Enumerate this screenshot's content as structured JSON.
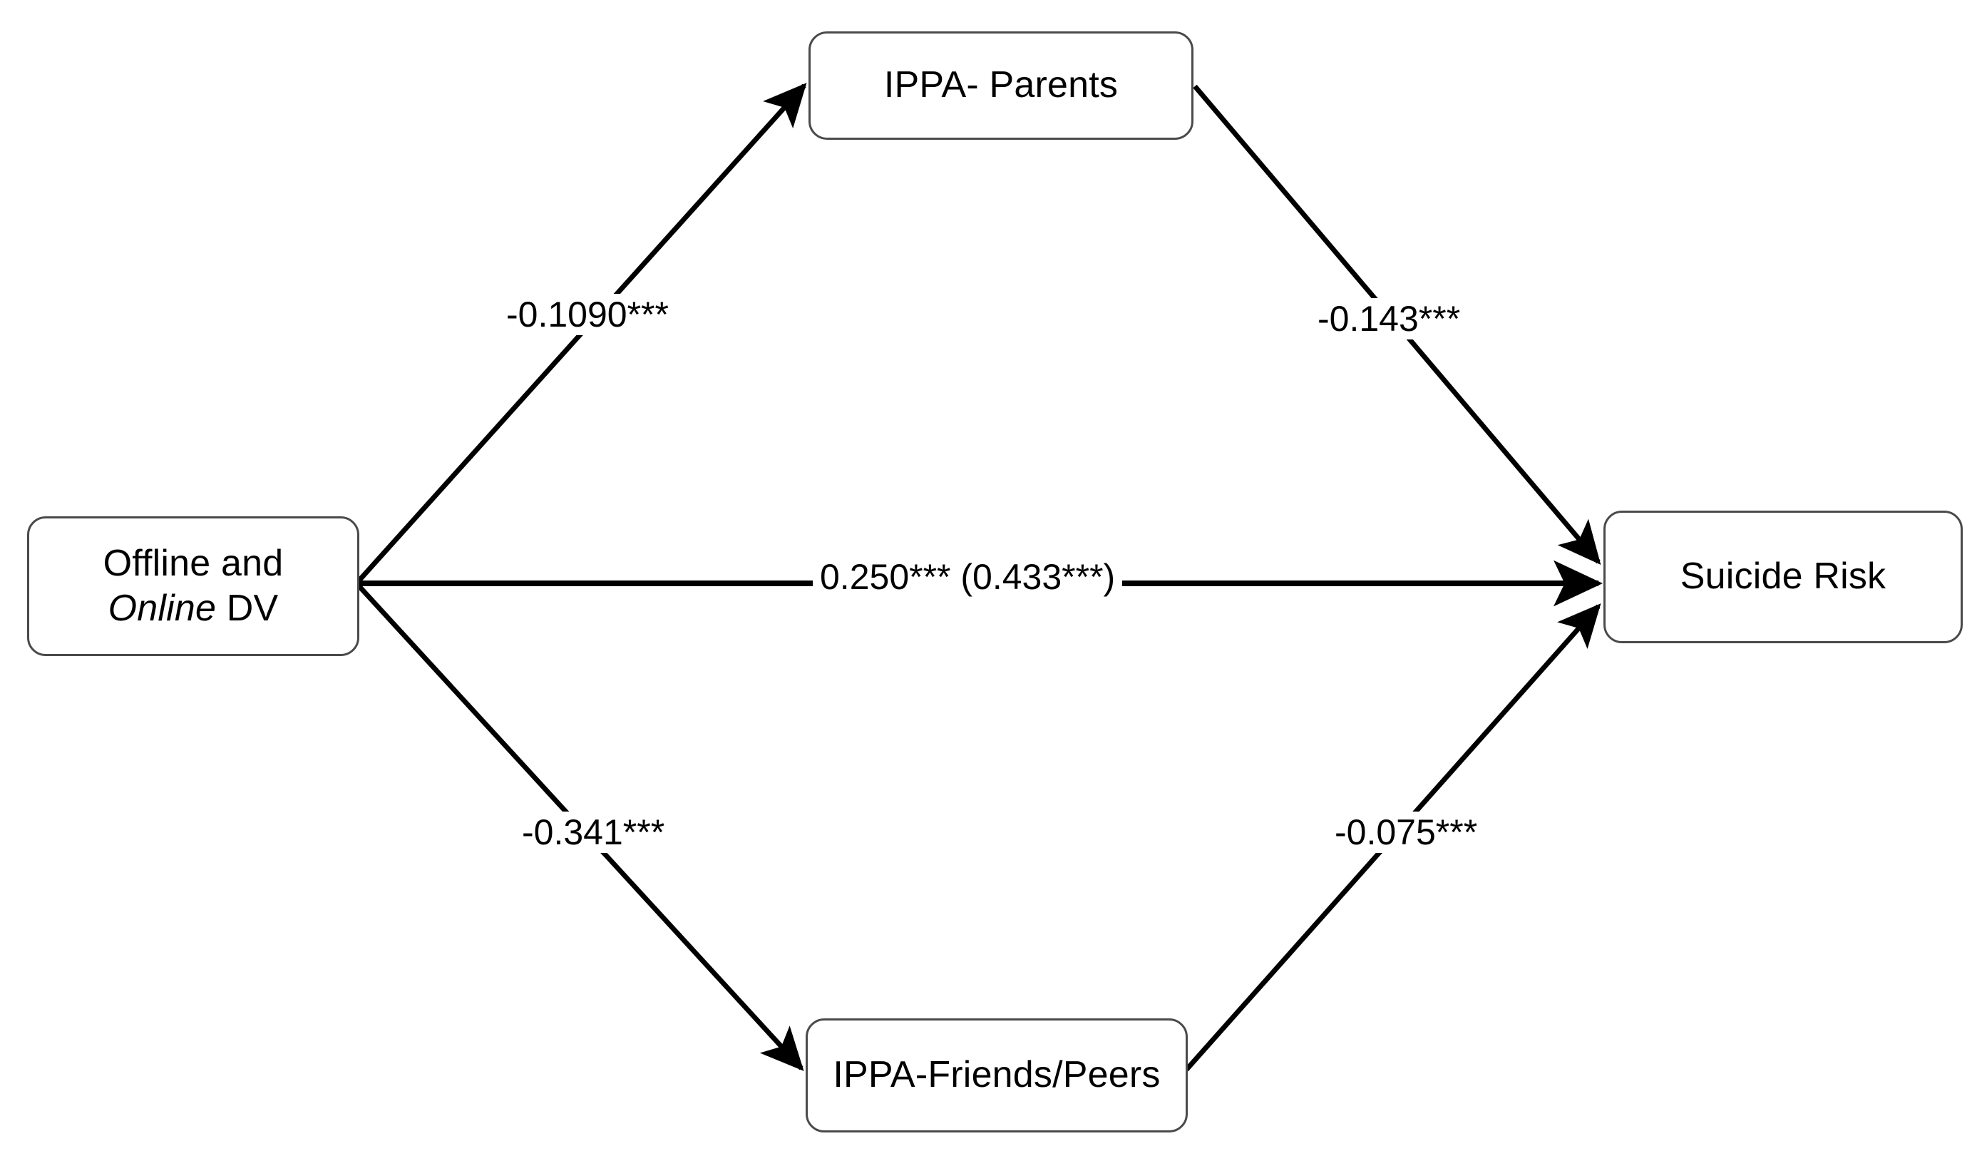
{
  "figure": {
    "type": "path-diagram",
    "background_color": "#ffffff",
    "line_color": "#000000",
    "box_border_color": "#4a4a4a"
  },
  "nodes": {
    "predictor": {
      "id": "offline-online-dv",
      "line1": "Offline and ",
      "line2_italic": "Online",
      "line3": " DV",
      "full_label": "Offline and Online DV"
    },
    "mediator_top": {
      "id": "ippa-parents",
      "label": "IPPA- Parents"
    },
    "mediator_bottom": {
      "id": "ippa-friends-peers",
      "label": "IPPA-Friends/Peers"
    },
    "outcome": {
      "id": "suicide-risk",
      "label": "Suicide Risk"
    }
  },
  "edges": {
    "dv_to_parents": {
      "label": "-0.1090***",
      "from": "Offline and Online DV",
      "to": "IPPA- Parents",
      "coefficient": -0.109,
      "significance": "***"
    },
    "parents_to_suicide": {
      "label": "-0.143***",
      "from": "IPPA- Parents",
      "to": "Suicide Risk",
      "coefficient": -0.143,
      "significance": "***"
    },
    "dv_to_suicide_direct": {
      "label": "0.250*** (0.433***)",
      "from": "Offline and Online DV",
      "to": "Suicide Risk",
      "coefficient": 0.25,
      "significance": "***",
      "total_effect": 0.433,
      "total_effect_significance": "***"
    },
    "dv_to_friends": {
      "label": "-0.341***",
      "from": "Offline and Online DV",
      "to": "IPPA-Friends/Peers",
      "coefficient": -0.341,
      "significance": "***"
    },
    "friends_to_suicide": {
      "label": "-0.075***",
      "from": "IPPA-Friends/Peers",
      "to": "Suicide Risk",
      "coefficient": -0.075,
      "significance": "***"
    }
  }
}
